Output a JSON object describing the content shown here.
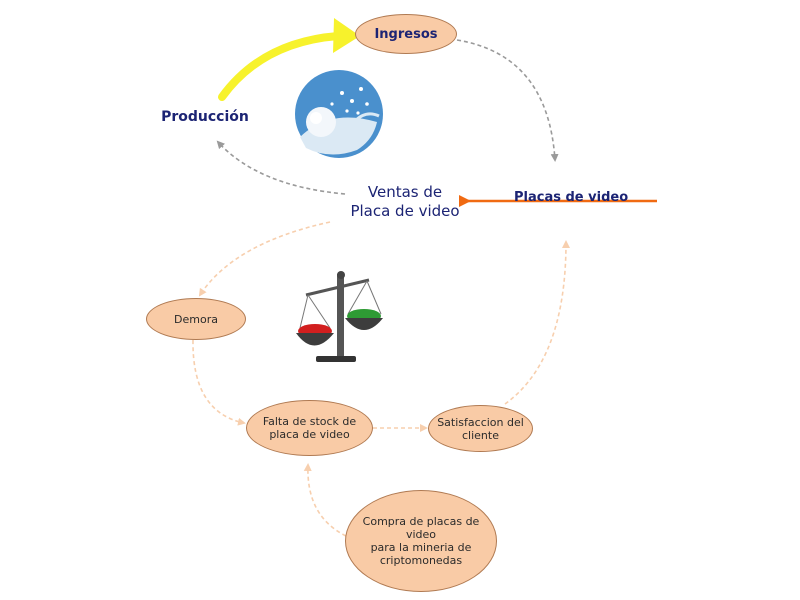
{
  "nodes": {
    "ingresos": "Ingresos",
    "produccion": "Producción",
    "ventas_line1": "Ventas de",
    "ventas_line2": "Placa de video",
    "placas": "Placas de video",
    "demora": "Demora",
    "falta_line1": "Falta de stock de",
    "falta_line2": "placa de video",
    "satisfaccion_line1": "Satisfaccion del",
    "satisfaccion_line2": "cliente",
    "compra_line1": "Compra de placas de video",
    "compra_line2": "para la mineria de",
    "compra_line3": "criptomonedas"
  },
  "colors": {
    "node_fill": "#f9cba6",
    "node_stroke": "#b07a52",
    "label_text": "#1c2474",
    "yellow_arrow": "#f7f22c",
    "orange_arrow": "#f06a12",
    "gray_link": "#9a9a9a",
    "peach_link": "#f7cfae"
  },
  "icons": [
    "snowball-globe-icon",
    "balance-scale-icon"
  ]
}
